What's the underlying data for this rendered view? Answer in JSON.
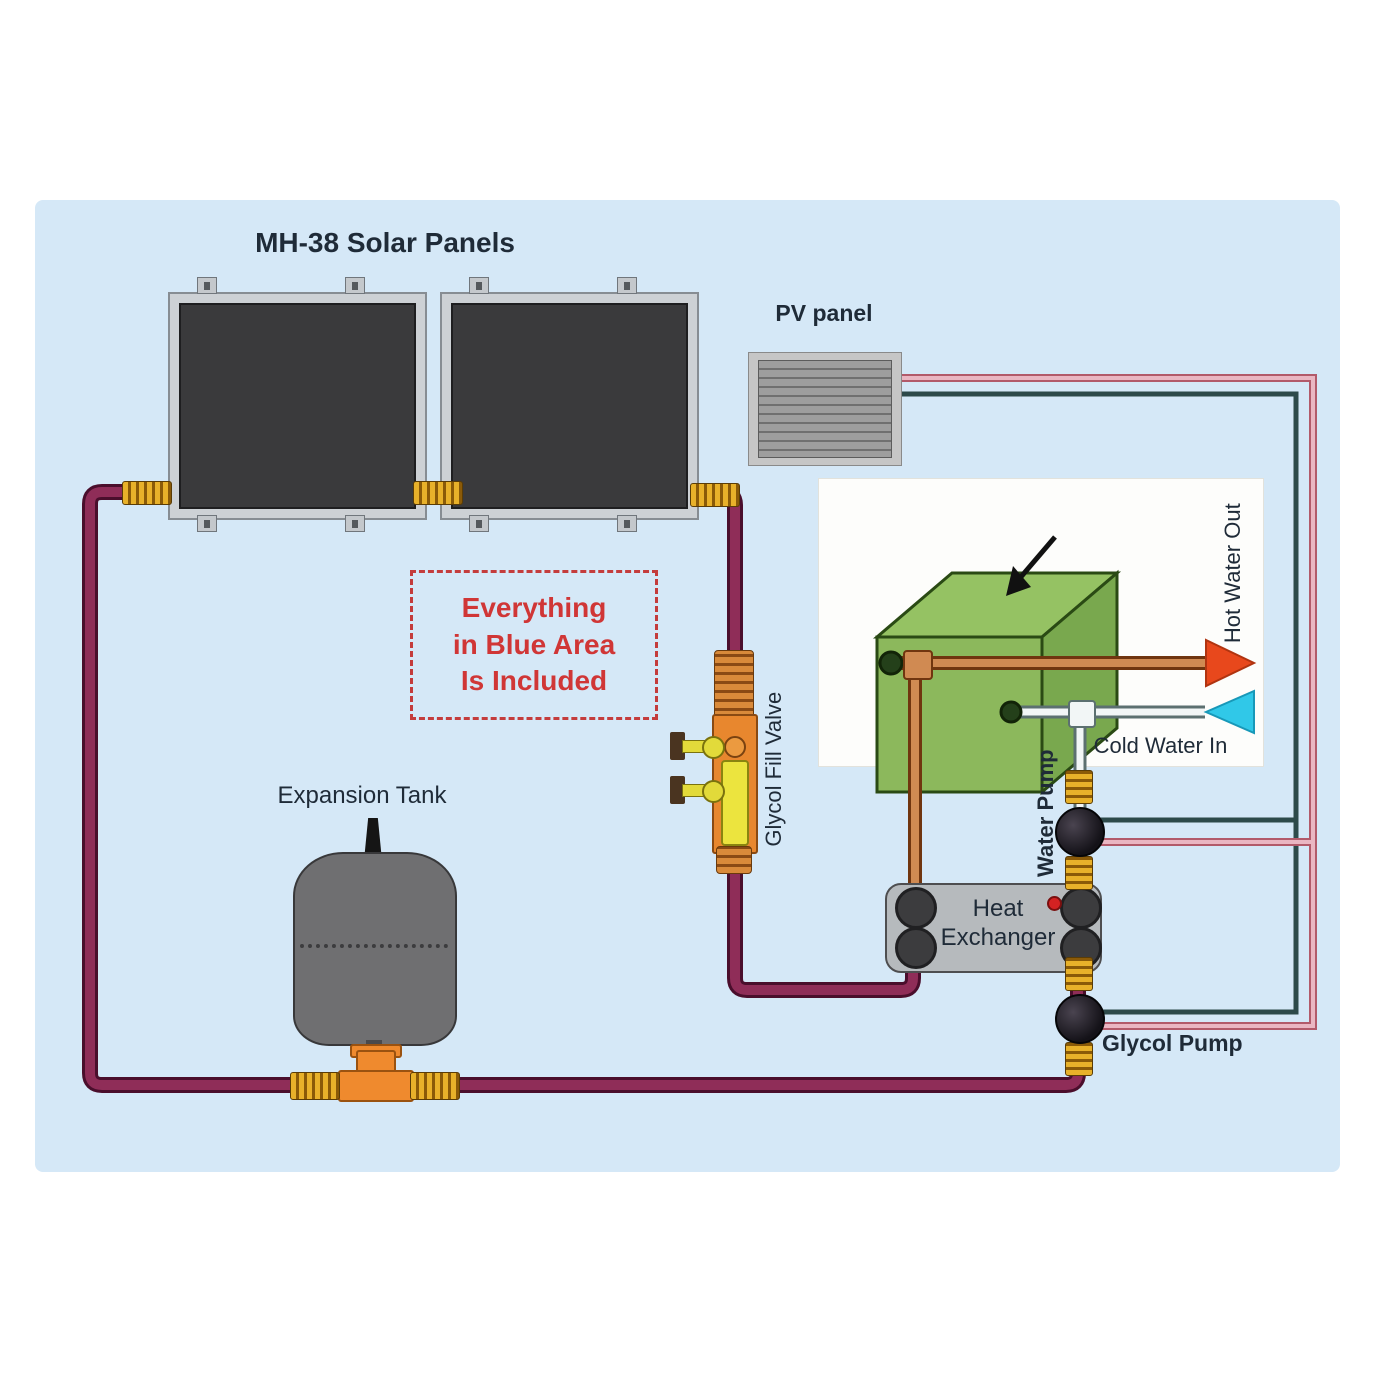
{
  "labels": {
    "solar_panels": "MH-38 Solar Panels",
    "pv_panel": "PV panel",
    "note": {
      "line1": "Everything",
      "line2": "in Blue Area",
      "line3": "Is Included"
    },
    "expansion_tank": "Expansion Tank",
    "glycol_fill_valve": "Glycol Fill Valve",
    "heat_exchanger": {
      "line1": "Heat",
      "line2": "Exchanger"
    },
    "water_pump": "Water Pump",
    "glycol_pump": "Glycol Pump",
    "hot_water_out": "Hot Water Out",
    "cold_water_in": "Cold Water In"
  },
  "colors": {
    "background": "#ffffff",
    "blue_area": "#d5e8f7",
    "inset_box": "#fdfdfb",
    "glycol_pipe": "#8f2d58",
    "copper_pipe": "#d08a52",
    "water_pipe": "#f2f6f6",
    "pv_wire_dark": "#2d4a4a",
    "pv_wire_pink": "#eab6c2",
    "note_red": "#d03636",
    "heater_green": "#8cb85c",
    "hot_arrow_orange": "#e8481c",
    "cold_arrow_cyan": "#30c8e8",
    "brass": "#e8b12a",
    "fitting_orange": "#ef8a2e",
    "panel_dark": "#3a3a3c",
    "label_text": "#1f2b38"
  }
}
